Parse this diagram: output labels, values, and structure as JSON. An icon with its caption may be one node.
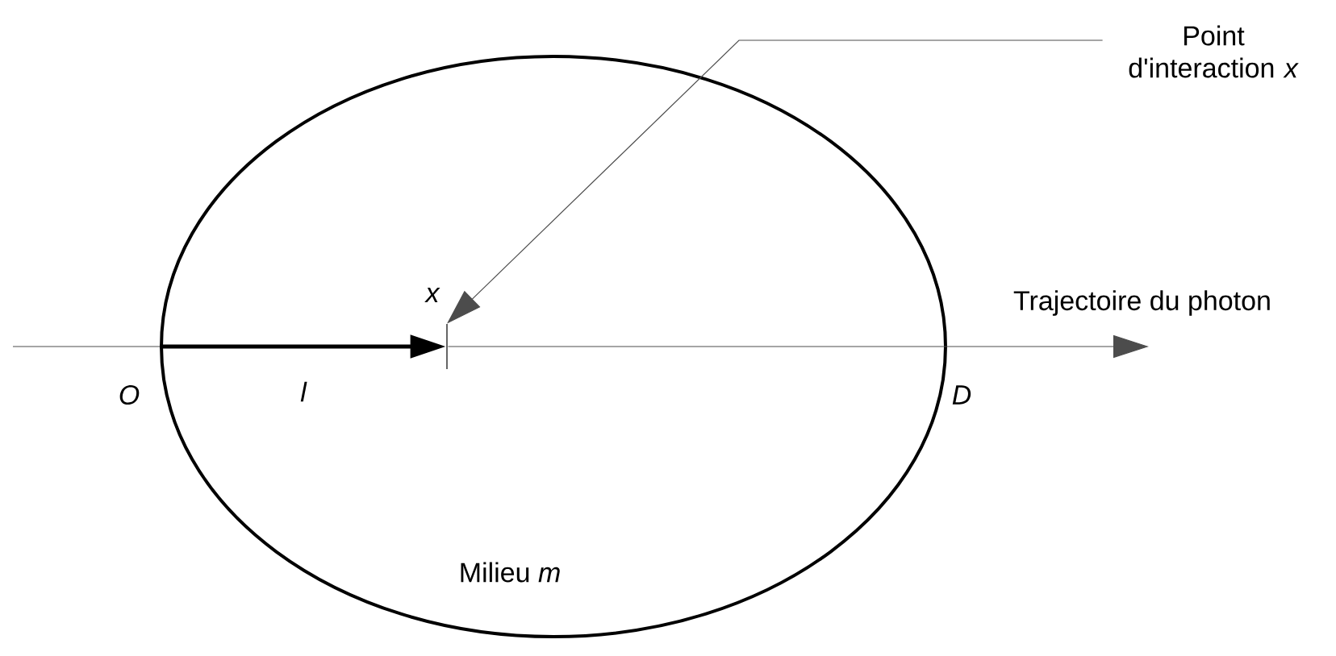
{
  "diagram": {
    "nodes": [
      {
        "text": [
          "Milieu *m*"
        ]
      },
      {
        "text": [
          "Point d'interaction *x*"
        ]
      },
      {
        "text": [],
        "shape": "bar",
        "in": 0
      }
    ],
    "edges": [
      {
        "from": 1,
        "to": 2,
        "arrow": "to"
      },
      {
        "from": 0,
        "to": 2,
        "arrow": "to",
        "style": "thick",
        "label": "l"
      },
      {
        "from": 2,
        "to": null,
        "arrow": "to",
        "label": "Trajectoire du photon"
      },
      {
        "from": null,
        "to": 0,
        "arrow": "none"
      }
    ],
    "labels": [
      "x",
      "O",
      "D"
    ]
  }
}
